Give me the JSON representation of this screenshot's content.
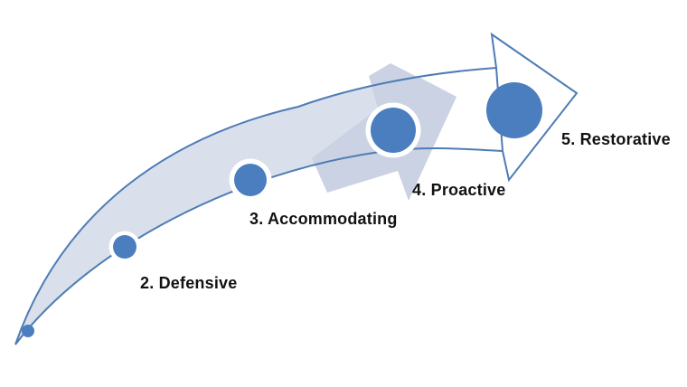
{
  "diagram": {
    "title": "",
    "stages": [
      {
        "id": "stage-1",
        "label": "",
        "marker_radius": 7
      },
      {
        "id": "stage-2",
        "label": "2. Defensive",
        "marker_radius": 13
      },
      {
        "id": "stage-3",
        "label": "3. Accommodating",
        "marker_radius": 18
      },
      {
        "id": "stage-4",
        "label": "4. Proactive",
        "marker_radius": 25
      },
      {
        "id": "stage-5",
        "label": "5. Restorative",
        "marker_radius": 31
      }
    ]
  },
  "colors": {
    "background": "#ffffff",
    "marker_fill": "#4a7ebe",
    "marker_ring": "#ffffff",
    "curve_stroke": "#4e7cb5",
    "band_fill": "#dadfec",
    "shadow_arrow_fill": "#cbd2e3",
    "arrowhead_fill": "#ffffff",
    "label_text": "#121212"
  }
}
